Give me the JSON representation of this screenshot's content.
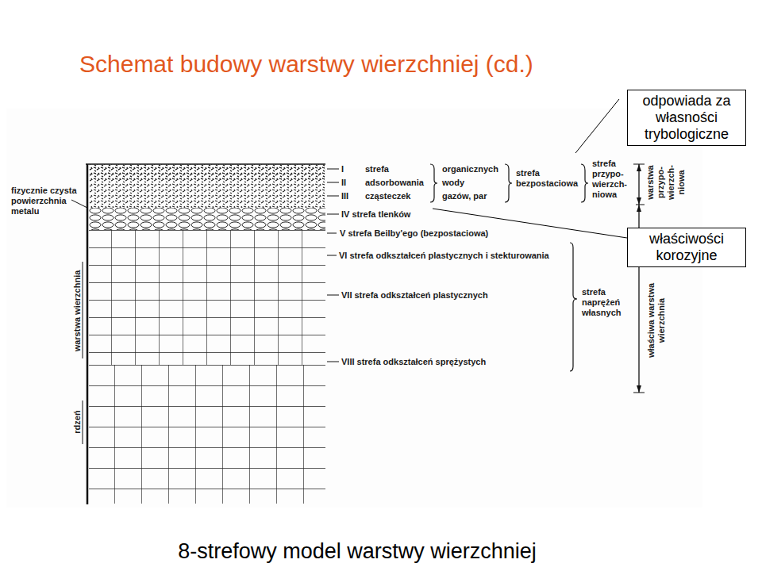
{
  "diagram": {
    "title": "Schemat budowy warstwy wierzchniej (cd.)",
    "caption": "8-strefowy model warstwy wierzchniej",
    "nodes": [
      {
        "text": [
          "odpowiada za własności trybologiczne"
        ]
      },
      {
        "text": [
          "właściwości korozyjne"
        ]
      }
    ],
    "labels": [
      "fizycznie czysta powierzchnia metalu",
      "warstwa wierzchnia",
      "rdzeń",
      "I",
      "II",
      "III",
      "strefa",
      "adsorbowania",
      "cząsteczek",
      "organicznych",
      "wody",
      "gazów, par",
      "strefa bezpostaciowa",
      "strefa przypo- wierzch- niowa",
      "IV strefa tlenków",
      "V strefa Beilby'ego (bezpostaciowa)",
      "VI strefa odkształceń plastycznych i stekturowania",
      "VII strefa odkształceń plastycznych",
      "VIII strefa odkształceń sprężystych",
      "strefa naprężeń własnych",
      "warstwa przypo- wierzch- niowa",
      "właściwa warstwa wierzchnia"
    ]
  }
}
